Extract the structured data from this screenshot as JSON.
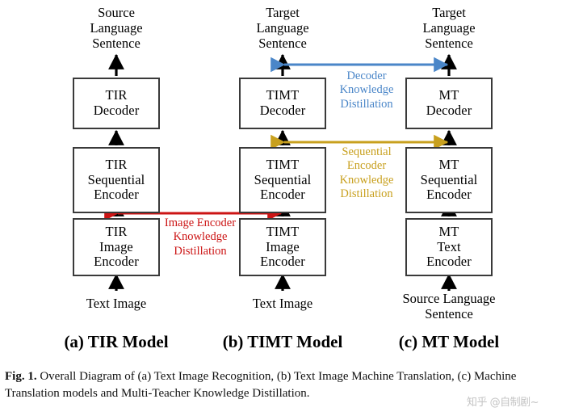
{
  "figure": {
    "caption_prefix": "Fig. 1.",
    "caption_text": " Overall Diagram of (a) Text Image Recognition, (b) Text Image Machine Translation, (c) Machine Translation models and Multi-Teacher Knowledge Distillation.",
    "watermark": "知乎 @自制剧~"
  },
  "colors": {
    "box_border": "#3a3a3a",
    "arrow_black": "#000000",
    "image_kd_red": "#cc1414",
    "sequential_kd_gold": "#c8a01e",
    "decoder_kd_blue": "#4a86c8",
    "background": "#ffffff"
  },
  "columns": [
    {
      "id": "tir",
      "sub_caption": "(a) TIR Model",
      "output_label": "Source\nLanguage\nSentence",
      "input_label": "Text Image",
      "boxes": [
        {
          "id": "tir-decoder",
          "lines": [
            "TIR",
            "Decoder"
          ]
        },
        {
          "id": "tir-seq-enc",
          "lines": [
            "TIR",
            "Sequential",
            "Encoder"
          ]
        },
        {
          "id": "tir-img-enc",
          "lines": [
            "TIR",
            "Image",
            "Encoder"
          ]
        }
      ]
    },
    {
      "id": "timt",
      "sub_caption": "(b) TIMT Model",
      "output_label": "Target\nLanguage\nSentence",
      "input_label": "Text Image",
      "boxes": [
        {
          "id": "timt-decoder",
          "lines": [
            "TIMT",
            "Decoder"
          ]
        },
        {
          "id": "timt-seq-enc",
          "lines": [
            "TIMT",
            "Sequential",
            "Encoder"
          ]
        },
        {
          "id": "timt-img-enc",
          "lines": [
            "TIMT",
            "Image",
            "Encoder"
          ]
        }
      ]
    },
    {
      "id": "mt",
      "sub_caption": "(c) MT Model",
      "output_label": "Target\nLanguage\nSentence",
      "input_label": "Source Language\nSentence",
      "boxes": [
        {
          "id": "mt-decoder",
          "lines": [
            "MT",
            "Decoder"
          ]
        },
        {
          "id": "mt-seq-enc",
          "lines": [
            "MT",
            "Sequential",
            "Encoder"
          ]
        },
        {
          "id": "mt-txt-enc",
          "lines": [
            "MT",
            "Text",
            "Encoder"
          ]
        }
      ]
    }
  ],
  "distillation": [
    {
      "id": "image-encoder-kd",
      "label": "Image Encoder\nKnowledge\nDistillation",
      "color": "#cc1414",
      "from": "tir-img-enc",
      "to": "timt-img-enc",
      "bidirectional": true
    },
    {
      "id": "sequential-encoder-kd",
      "label": "Sequential\nEncoder\nKnowledge\nDistillation",
      "color": "#c8a01e",
      "from": "mt-seq-enc",
      "to": "timt-seq-enc",
      "bidirectional": true
    },
    {
      "id": "decoder-kd",
      "label": "Decoder\nKnowledge\nDistillation",
      "color": "#4a86c8",
      "from": "mt-decoder",
      "to": "timt-decoder",
      "bidirectional": true
    }
  ]
}
